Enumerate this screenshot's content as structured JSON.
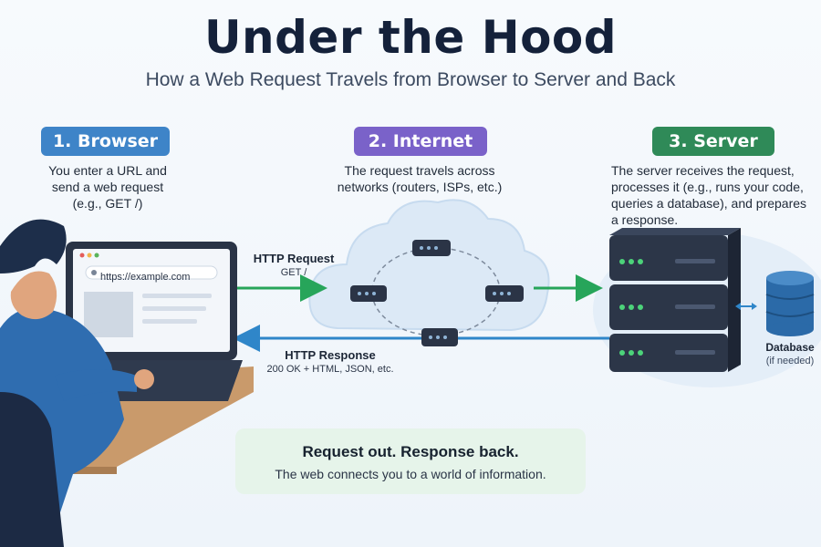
{
  "title": "Under the Hood",
  "subtitle": "How a Web Request Travels from Browser to Server and Back",
  "steps": [
    {
      "label": "1. Browser",
      "description": [
        "You enter a URL and",
        "send a web request",
        "(e.g., GET /)"
      ],
      "color": "#3e84c8"
    },
    {
      "label": "2. Internet",
      "description": [
        "The request travels across",
        "networks (routers, ISPs, etc.)"
      ],
      "color": "#7a62c9"
    },
    {
      "label": "3. Server",
      "description": [
        "The server receives the request,",
        "processes it (e.g., runs your code,",
        "queries a database), and prepares",
        "a response."
      ],
      "color": "#2f8a58"
    }
  ],
  "browser": {
    "url": "https://example.com"
  },
  "request": {
    "label": "HTTP Request",
    "detail": "GET /",
    "color": "#27a55a"
  },
  "response": {
    "label": "HTTP Response",
    "detail": "200 OK + HTML, JSON, etc.",
    "color": "#2f86c9"
  },
  "database": {
    "label": "Database",
    "note": "(if needed)"
  },
  "banner": {
    "heading": "Request out. Response back.",
    "text": "The web connects you to a world of information."
  }
}
